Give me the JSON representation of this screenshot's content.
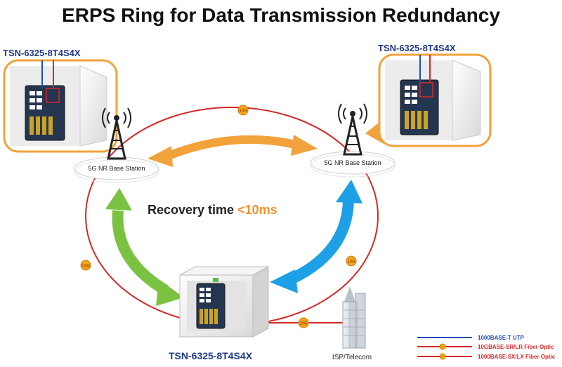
{
  "title": "ERPS Ring for Data Transmission Redundancy",
  "devices": {
    "top_left": {
      "label": "TSN-6325-8T4S4X"
    },
    "top_right": {
      "label": "TSN-6325-8T4S4X"
    },
    "bottom": {
      "label": "TSN-6325-8T4S4X"
    }
  },
  "stations": {
    "left": {
      "label": "5G NR Base Station"
    },
    "right": {
      "label": "5G NR Base Station"
    }
  },
  "recovery": {
    "prefix": "Recovery time ",
    "value": "<10ms"
  },
  "links": {
    "top": "10G",
    "left": "1000",
    "right": "10G",
    "bottom": "10G"
  },
  "isp": {
    "label": "ISP/Telecom"
  },
  "legend": [
    {
      "label": "1000BASE-T UTP",
      "color": "#1f4fb8",
      "marker": false
    },
    {
      "label": "10GBASE-SR/LR Fiber Optic",
      "color": "#d62828",
      "marker": true
    },
    {
      "label": "1000BASE-SX/LX Fiber Optic",
      "color": "#d62828",
      "marker": true
    }
  ],
  "colors": {
    "ring": "#d62828",
    "utp": "#1f4fb8",
    "arrow_orange": "#f2a23a",
    "arrow_green": "#7cc242",
    "arrow_blue": "#1ea0e6",
    "badge": "#f7a51c"
  }
}
